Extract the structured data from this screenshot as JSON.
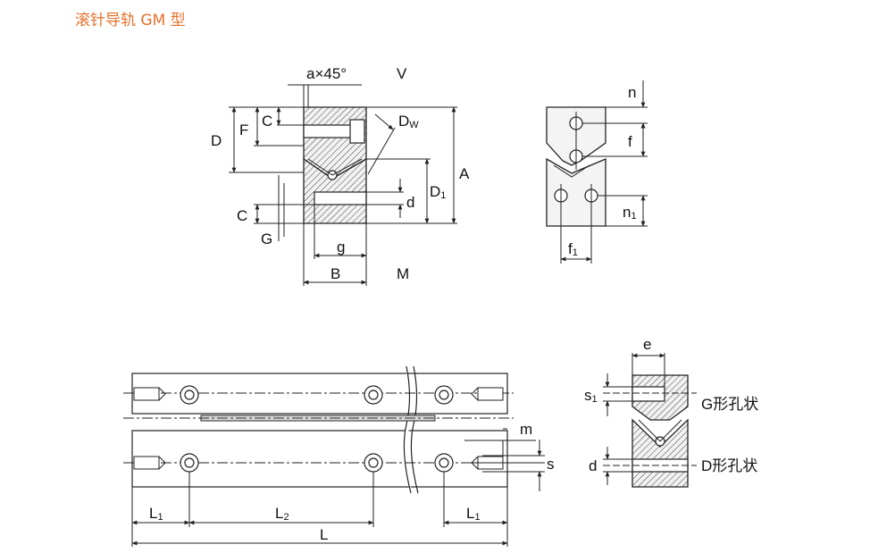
{
  "title": "滚针导轨 GM 型",
  "labels": {
    "a45": "a×45°",
    "V": "V",
    "Dw": "Dw",
    "D": "D",
    "F": "F",
    "C_top": "C",
    "A": "A",
    "D1": "D1",
    "d_top": "d",
    "C_bottom": "C",
    "G": "G",
    "g": "g",
    "B": "B",
    "M": "M",
    "n": "n",
    "f": "f",
    "n1": "n1",
    "f1": "f1",
    "m": "m",
    "s": "s",
    "L1_left": "L1",
    "L2": "L2",
    "L1_right": "L1",
    "L": "L",
    "e": "e",
    "s1": "s1",
    "G_hole": "G形孔状",
    "d_bottom": "d",
    "D_hole": "D形孔状"
  }
}
